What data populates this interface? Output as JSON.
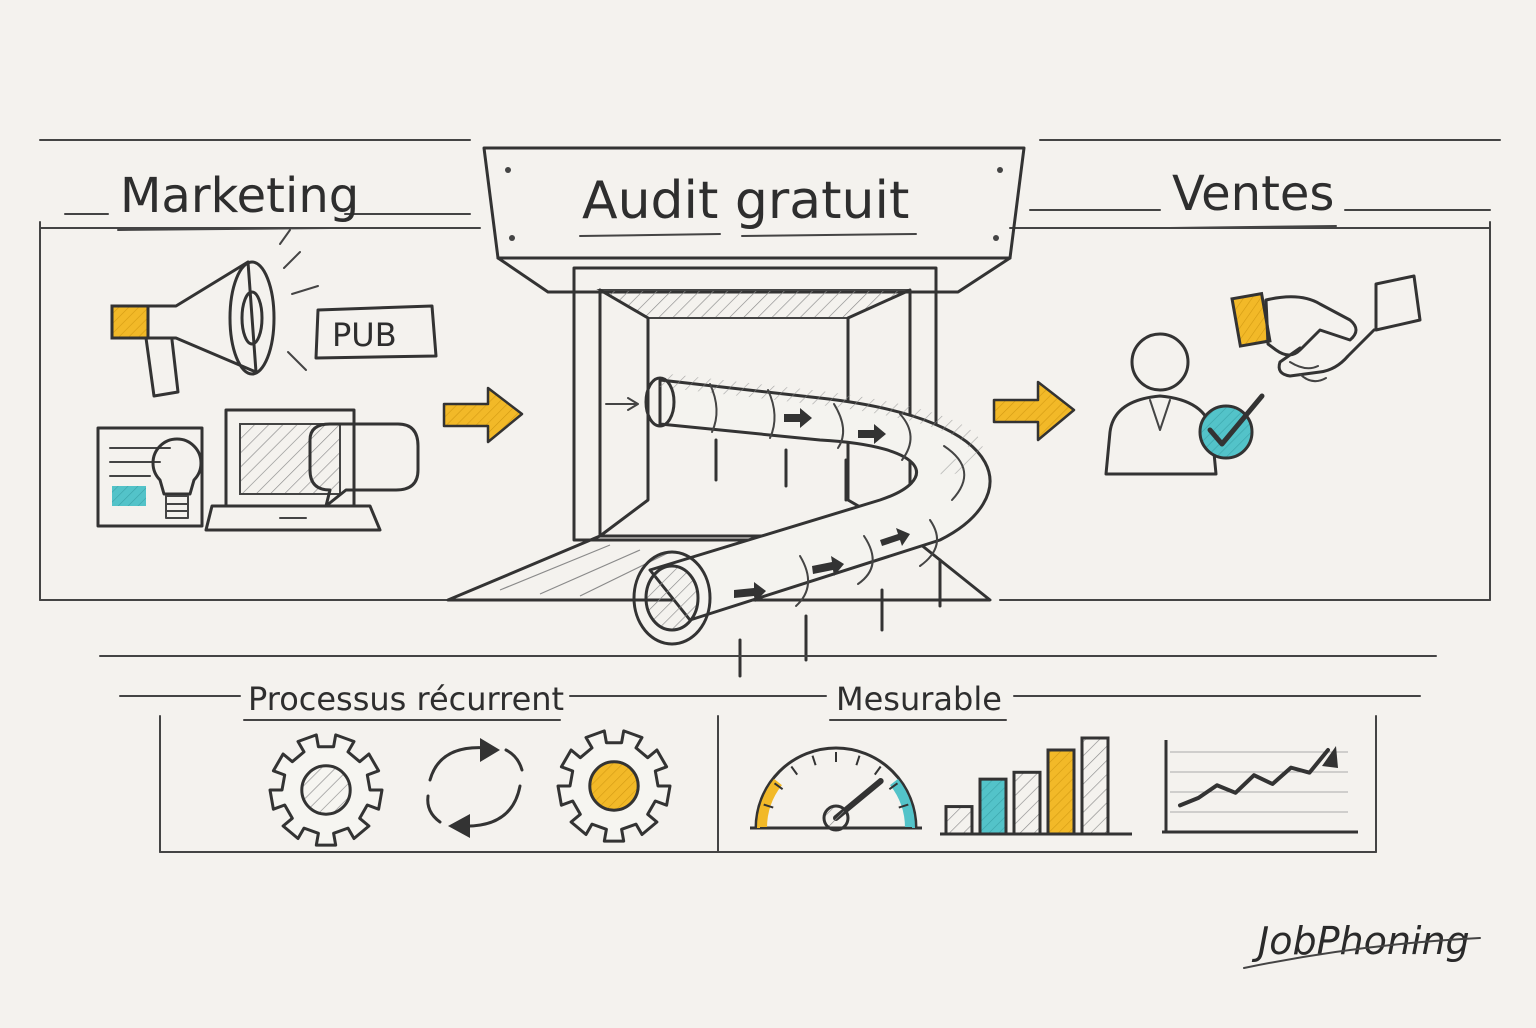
{
  "sections": {
    "marketing": {
      "title": "Marketing",
      "sign_text": "PUB"
    },
    "audit": {
      "title": "Audit gratuit"
    },
    "sales": {
      "title": "Ventes"
    },
    "recurrent": {
      "title": "Processus récurrent"
    },
    "measurable": {
      "title": "Mesurable"
    }
  },
  "brand": {
    "name": "JobPhoning"
  },
  "colors": {
    "accent_yellow": "#f2b928",
    "accent_teal": "#53c3c9",
    "ink": "#333333",
    "paper": "#f4f2ee"
  },
  "icons": {
    "megaphone": "megaphone-icon",
    "lightbulb": "lightbulb-icon",
    "laptop": "laptop-icon",
    "speech_bubble": "speech-bubble-icon",
    "handshake": "handshake-icon",
    "person": "person-icon",
    "check": "check-icon",
    "gear": "gear-icon",
    "cycle": "cycle-arrows-icon",
    "gauge": "gauge-icon",
    "bar_chart": "bar-chart-icon",
    "line_chart": "line-chart-icon"
  },
  "mini_bar_chart": {
    "values": [
      1.6,
      3.2,
      3.6,
      4.9,
      5.6
    ]
  },
  "mini_line_chart": {
    "values": [
      1,
      1.6,
      2.6,
      2.0,
      3.4,
      2.7,
      4.0,
      3.6,
      5.4
    ]
  },
  "gauge": {
    "level": 0.78
  }
}
